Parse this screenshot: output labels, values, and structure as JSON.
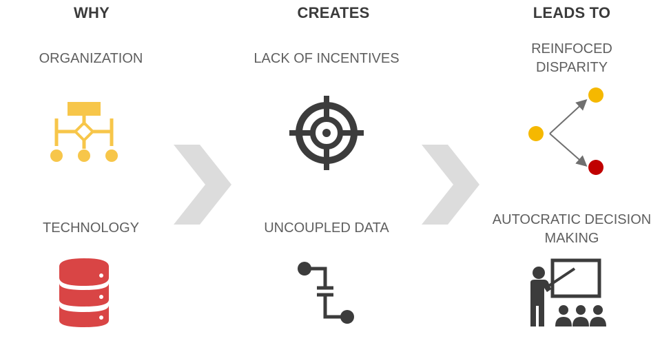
{
  "columns": [
    {
      "header": "WHY",
      "items": [
        {
          "label": "ORGANIZATION",
          "icon": "org-chart-icon"
        },
        {
          "label": "TECHNOLOGY",
          "icon": "database-icon"
        }
      ]
    },
    {
      "header": "CREATES",
      "items": [
        {
          "label": "LACK OF INCENTIVES",
          "icon": "target-icon"
        },
        {
          "label": "UNCOUPLED DATA",
          "icon": "uncoupled-data-icon"
        }
      ]
    },
    {
      "header": "LEADS TO",
      "items": [
        {
          "label_lines": [
            "REINFOCED",
            "DISPARITY"
          ],
          "icon": "diverging-dots-icon"
        },
        {
          "label_lines": [
            "AUTOCRATIC DECISION",
            "MAKING"
          ],
          "icon": "presenter-icon"
        }
      ]
    }
  ],
  "colors": {
    "header_text": "#3b3b3b",
    "label_text": "#5f5f5f",
    "org_yellow": "#f7c64a",
    "database_red": "#d94545",
    "icon_dark": "#3c3c3c",
    "dot_yellow": "#f5b800",
    "dot_red": "#c00000",
    "chevron_gray": "#dcdcdc"
  }
}
